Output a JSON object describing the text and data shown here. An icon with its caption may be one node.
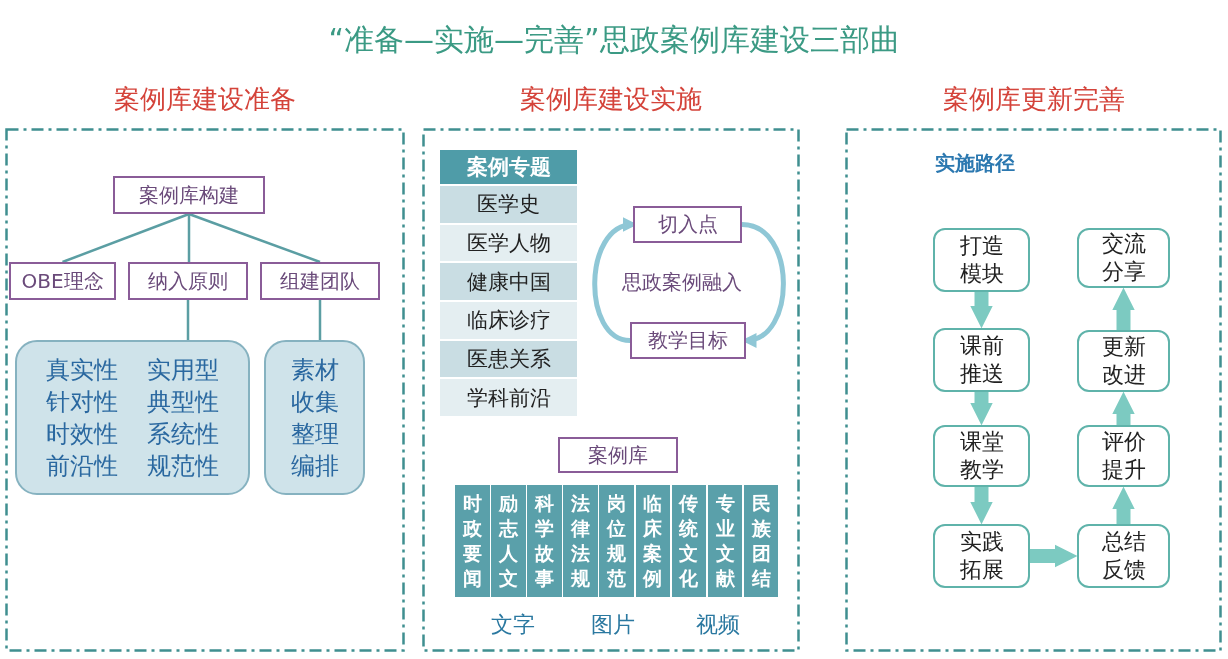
{
  "diagram": {
    "title": "“准备—实施—完善”思政案例库建设三部曲",
    "nodes": [
      {
        "text": [
          "案例库建设准备"
        ]
      },
      {
        "text": [
          "案例库构建"
        ],
        "in": 0
      },
      {
        "text": [
          "OBE理念"
        ],
        "in": 0
      },
      {
        "text": [
          "纳入原则"
        ],
        "in": 0
      },
      {
        "text": [
          "组建团队"
        ],
        "in": 0
      },
      {
        "text": [
          "真实性",
          "实用型",
          "针对性",
          "典型性",
          "时效性",
          "系统性",
          "前沿性",
          "规范性"
        ],
        "in": 0
      },
      {
        "text": [
          "素材收集整理编排"
        ],
        "in": 0
      },
      {
        "text": [
          "案例库建设实施"
        ]
      },
      {
        "text": [
          "案例专题",
          "医学史",
          "医学人物",
          "健康中国",
          "临床诊疗",
          "医患关系",
          "学科前沿"
        ],
        "in": 7
      },
      {
        "text": [
          "切入点"
        ],
        "in": 7
      },
      {
        "text": [
          "教学目标"
        ],
        "in": 7
      },
      {
        "text": [
          "案例库"
        ],
        "in": 7
      },
      {
        "text": [
          "时政要闻",
          "励志人文",
          "科学故事",
          "法律法规",
          "岗位规范",
          "临床案例",
          "传统文化",
          "专业文献",
          "民族团结"
        ],
        "beside": [
          "文字",
          "图片",
          "视频"
        ],
        "in": 7
      },
      {
        "text": [
          "案例库更新完善",
          "实施路径"
        ]
      },
      {
        "text": [
          "打造模块"
        ],
        "in": 13
      },
      {
        "text": [
          "课前推送"
        ],
        "in": 13
      },
      {
        "text": [
          "课堂教学"
        ],
        "in": 13
      },
      {
        "text": [
          "实践拓展"
        ],
        "in": 13
      },
      {
        "text": [
          "总结反馈"
        ],
        "in": 13
      },
      {
        "text": [
          "评价提升"
        ],
        "in": 13
      },
      {
        "text": [
          "更新改进"
        ],
        "in": 13
      },
      {
        "text": [
          "交流分享"
        ],
        "in": 13
      }
    ],
    "edges": [
      {
        "from": 1,
        "to": 2,
        "arrow": "none",
        "color": "#5b9ea3"
      },
      {
        "from": 1,
        "to": 3,
        "arrow": "none",
        "color": "#5b9ea3"
      },
      {
        "from": 1,
        "to": 4,
        "arrow": "none",
        "color": "#5b9ea3"
      },
      {
        "from": 3,
        "to": 5,
        "arrow": "none",
        "color": "#5b9ea3"
      },
      {
        "from": 4,
        "to": 6,
        "arrow": "none",
        "color": "#5b9ea3"
      },
      {
        "from": 10,
        "to": 9,
        "arrow": "to",
        "color": "#8fc7d6"
      },
      {
        "from": 9,
        "to": 10,
        "arrow": "to",
        "color": "#8fc7d6"
      },
      {
        "from": 14,
        "to": 15,
        "arrow": "to",
        "style": "thick"
      },
      {
        "from": 15,
        "to": 16,
        "arrow": "to",
        "style": "thick"
      },
      {
        "from": 16,
        "to": 17,
        "arrow": "to",
        "style": "thick"
      },
      {
        "from": 17,
        "to": 18,
        "arrow": "to",
        "style": "thick"
      },
      {
        "from": 18,
        "to": 19,
        "arrow": "to",
        "style": "thick"
      },
      {
        "from": 19,
        "to": 20,
        "arrow": "to",
        "style": "thick"
      },
      {
        "from": 20,
        "to": 21,
        "arrow": "to",
        "style": "thick"
      }
    ],
    "labels": [
      "思政案例融入"
    ]
  }
}
